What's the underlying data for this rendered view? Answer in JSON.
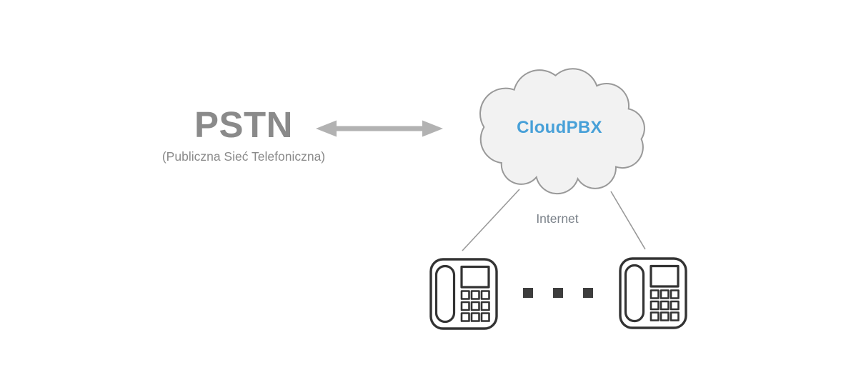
{
  "diagram": {
    "pstn": {
      "label": "PSTN",
      "sublabel": "(Publiczna Sieć Telefoniczna)"
    },
    "cloud": {
      "label": "CloudPBX"
    },
    "internet": {
      "label": "Internet"
    },
    "phones": {
      "visible_count": 2,
      "ellipsis_dots": 3
    },
    "icons": {
      "arrow": "bidirectional-arrow-icon",
      "cloud": "cloud-shape",
      "phone": "desk-phone-icon",
      "ellipsis": "ellipsis-dots"
    },
    "colors": {
      "background": "#ffffff",
      "pstn_text": "#8a8a8a",
      "arrow": "#b2b2b2",
      "cloud_fill": "#f2f2f2",
      "cloud_stroke": "#999999",
      "cloud_label": "#47a0d8",
      "connector": "#999999",
      "internet_text": "#7b828a",
      "phone_stroke": "#333333",
      "dot": "#3d3d3d"
    }
  }
}
